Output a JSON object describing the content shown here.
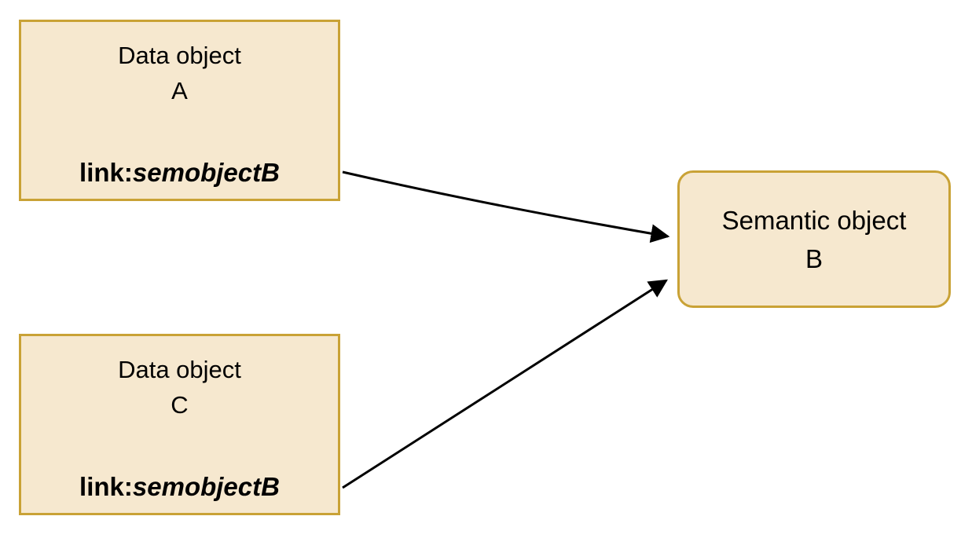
{
  "diagram": {
    "colors": {
      "background": "#ffffff",
      "node_fill": "#f6e8cf",
      "node_border": "#c9a236",
      "arrow": "#000000",
      "text": "#000000"
    },
    "nodes": [
      {
        "id": "data-object-a",
        "shape": "rectangle",
        "label_line1": "Data object",
        "label_line2": "A",
        "link_prefix": "link:",
        "link_target": "semobjectB"
      },
      {
        "id": "data-object-c",
        "shape": "rectangle",
        "label_line1": "Data object",
        "label_line2": "C",
        "link_prefix": "link:",
        "link_target": "semobjectB"
      },
      {
        "id": "semantic-object-b",
        "shape": "rounded-rectangle",
        "label_line1": "Semantic object",
        "label_line2": "B"
      }
    ],
    "edges": [
      {
        "from": "data-object-a",
        "to": "semantic-object-b",
        "style": "solid-arrow"
      },
      {
        "from": "data-object-c",
        "to": "semantic-object-b",
        "style": "solid-arrow"
      }
    ]
  }
}
